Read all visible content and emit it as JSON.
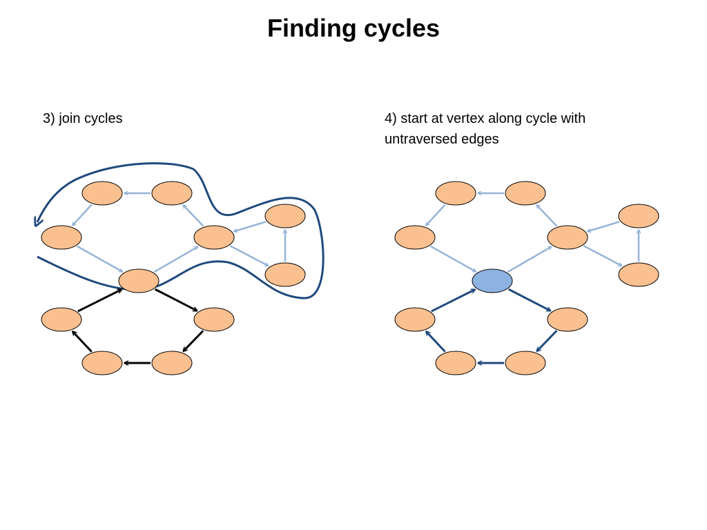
{
  "slide": {
    "title": "Finding cycles"
  },
  "panels": [
    {
      "id": "left",
      "caption": "3) join cycles",
      "highlighted_vertices": [],
      "vertices": [
        "v1",
        "v2",
        "v3",
        "v4",
        "v5",
        "v6",
        "v7",
        "v8",
        "v9",
        "v10",
        "v11",
        "v12"
      ],
      "edges": [
        {
          "from": "v2",
          "to": "v1",
          "style": "light"
        },
        {
          "from": "v1",
          "to": "v3",
          "style": "light"
        },
        {
          "from": "v3",
          "to": "v7",
          "style": "light"
        },
        {
          "from": "v7",
          "to": "v4",
          "style": "light"
        },
        {
          "from": "v4",
          "to": "v2",
          "style": "light"
        },
        {
          "from": "v4",
          "to": "v6",
          "style": "light"
        },
        {
          "from": "v6",
          "to": "v5",
          "style": "light"
        },
        {
          "from": "v5",
          "to": "v4",
          "style": "light"
        },
        {
          "from": "v8",
          "to": "v7",
          "style": "black"
        },
        {
          "from": "v7",
          "to": "v9",
          "style": "black"
        },
        {
          "from": "v9",
          "to": "v12",
          "style": "black"
        },
        {
          "from": "v12",
          "to": "v11",
          "style": "black"
        },
        {
          "from": "v11",
          "to": "v10",
          "style": "black"
        },
        {
          "from": "v10",
          "to": "v8",
          "style": "black"
        }
      ],
      "has_loop_outline": true
    },
    {
      "id": "right",
      "caption": "4) start at vertex along cycle with untraversed edges",
      "highlighted_vertices": [
        "v7"
      ],
      "vertices": [
        "v1",
        "v2",
        "v3",
        "v4",
        "v5",
        "v6",
        "v7",
        "v8",
        "v9",
        "v10",
        "v11",
        "v12"
      ],
      "edges": [
        {
          "from": "v2",
          "to": "v1",
          "style": "light"
        },
        {
          "from": "v1",
          "to": "v3",
          "style": "light"
        },
        {
          "from": "v3",
          "to": "v7",
          "style": "light"
        },
        {
          "from": "v7",
          "to": "v4",
          "style": "light"
        },
        {
          "from": "v4",
          "to": "v2",
          "style": "light"
        },
        {
          "from": "v4",
          "to": "v6",
          "style": "light"
        },
        {
          "from": "v6",
          "to": "v5",
          "style": "light"
        },
        {
          "from": "v5",
          "to": "v4",
          "style": "light"
        },
        {
          "from": "v8",
          "to": "v7",
          "style": "dark"
        },
        {
          "from": "v7",
          "to": "v9",
          "style": "dark"
        },
        {
          "from": "v9",
          "to": "v12",
          "style": "dark"
        },
        {
          "from": "v12",
          "to": "v11",
          "style": "dark"
        },
        {
          "from": "v11",
          "to": "v10",
          "style": "dark"
        },
        {
          "from": "v10",
          "to": "v8",
          "style": "dark"
        }
      ],
      "has_loop_outline": false
    }
  ],
  "colors": {
    "vertex_fill": "#fac090",
    "vertex_highlight_fill": "#8db3e2",
    "vertex_stroke": "#000000",
    "edge_light": "#95b3d7",
    "edge_dark": "#1f497d",
    "edge_black": "#000000",
    "loop_outline": "#1f497d"
  }
}
